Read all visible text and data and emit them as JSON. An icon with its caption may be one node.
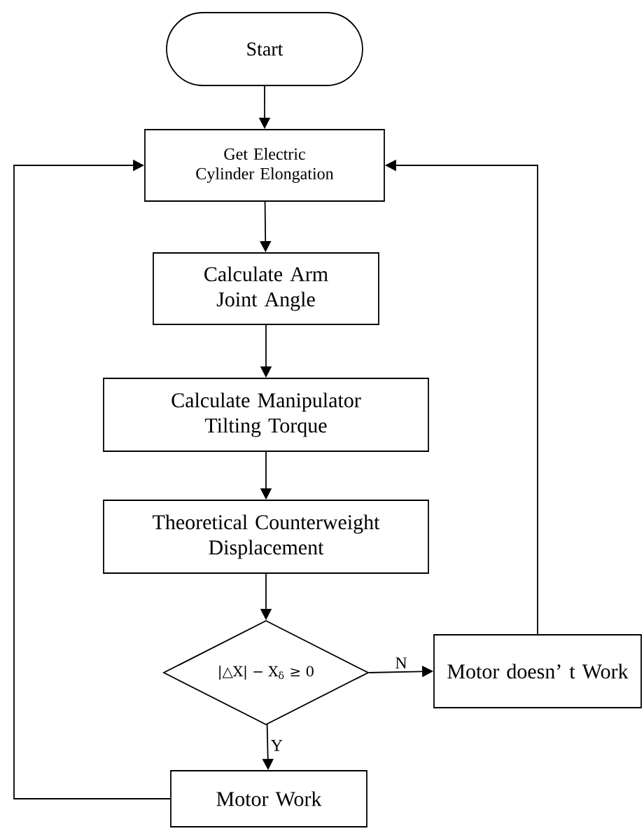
{
  "diagram": {
    "nodes": [
      {
        "text": [
          "Start"
        ]
      },
      {
        "text": [
          "Get Electric Cylinder Elongation"
        ]
      },
      {
        "text": [
          "Calculate Arm Joint Angle"
        ]
      },
      {
        "text": [
          "Calculate Manipulator Tilting Torque"
        ]
      },
      {
        "text": [
          "Theoretical Counterweight Displacement"
        ]
      },
      {
        "text": [
          "|△X| − X$_{δ}$ ≥ 0"
        ]
      },
      {
        "text": [
          "Motor doesn’ t Work"
        ]
      },
      {
        "text": [
          "Motor Work"
        ]
      }
    ],
    "edges": [
      {
        "from": 0,
        "to": 1,
        "arrow": "to"
      },
      {
        "from": 1,
        "to": 2,
        "arrow": "to"
      },
      {
        "from": 2,
        "to": 3,
        "arrow": "to"
      },
      {
        "from": 3,
        "to": 4,
        "arrow": "to"
      },
      {
        "from": 4,
        "to": 5,
        "arrow": "to"
      },
      {
        "from": 5,
        "to": 6,
        "arrow": "to",
        "label": "N"
      },
      {
        "from": 5,
        "to": 7,
        "arrow": "to",
        "label": "Y"
      },
      {
        "from": 7,
        "to": 1,
        "arrow": "to"
      },
      {
        "from": 6,
        "to": 1,
        "arrow": "to"
      }
    ]
  }
}
